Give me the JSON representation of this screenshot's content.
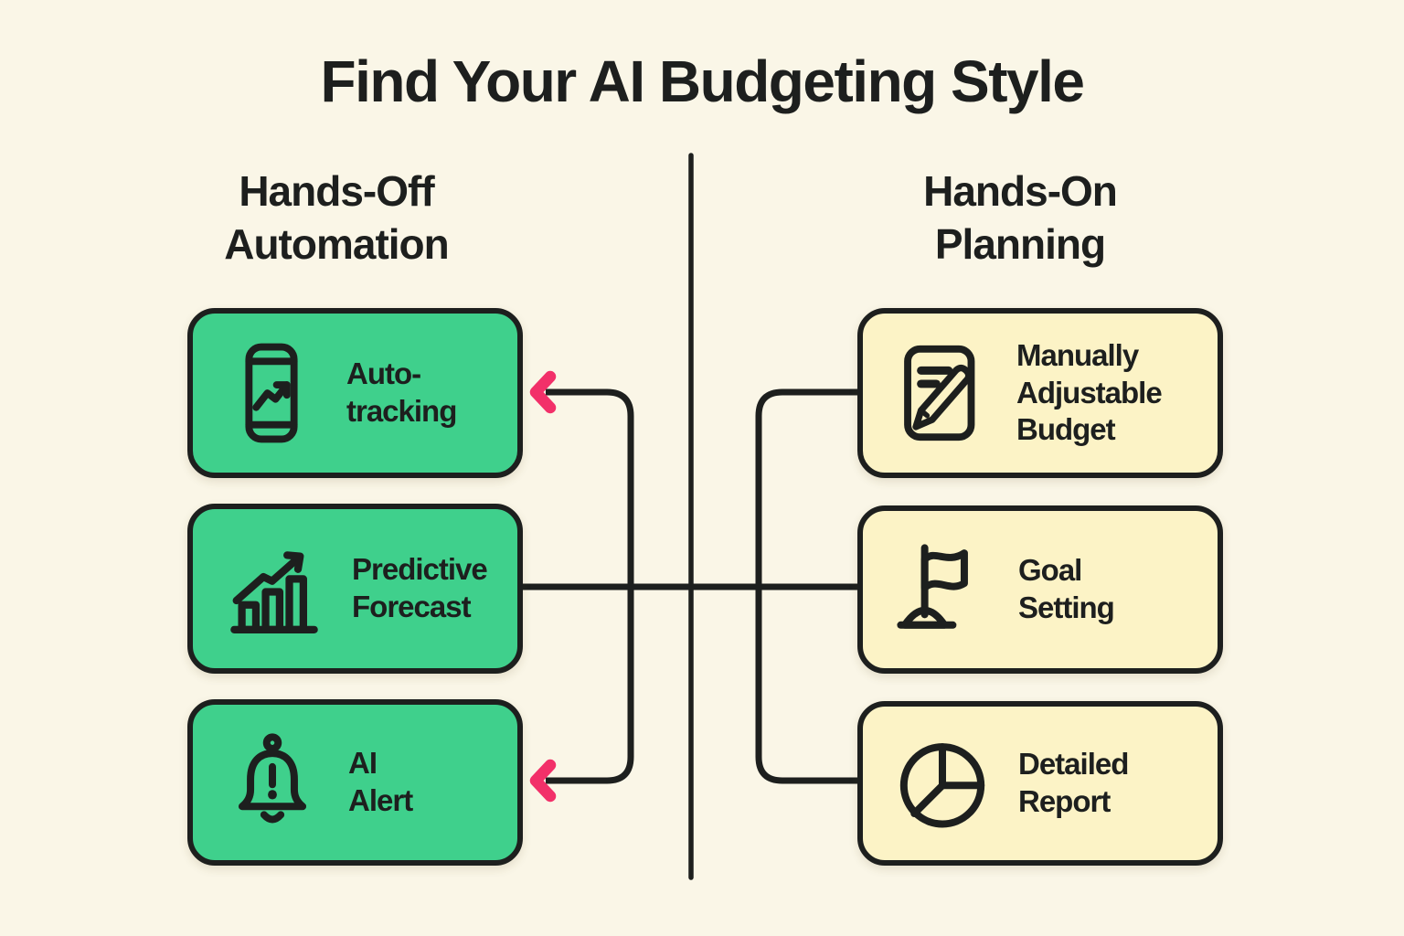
{
  "title": "Find Your AI Budgeting Style",
  "colors": {
    "background": "#FAF6E7",
    "ink": "#1D1F1E",
    "green_card": "#3FD08C",
    "yellow_card": "#FCF3C6",
    "pink_arrow": "#F23069"
  },
  "left_column": {
    "header": "Hands-Off\nAutomation",
    "items": [
      {
        "label": "Auto-\ntracking",
        "icon": "smartphone-trend-icon"
      },
      {
        "label": "Predictive\nForecast",
        "icon": "bar-chart-growth-icon"
      },
      {
        "label": "AI\nAlert",
        "icon": "alert-bell-icon"
      }
    ]
  },
  "right_column": {
    "header": "Hands-On\nPlanning",
    "items": [
      {
        "label": "Manually\nAdjustable\nBudget",
        "icon": "note-pencil-icon"
      },
      {
        "label": "Goal\nSetting",
        "icon": "goal-flag-icon"
      },
      {
        "label": "Detailed\nReport",
        "icon": "pie-chart-icon"
      }
    ]
  }
}
